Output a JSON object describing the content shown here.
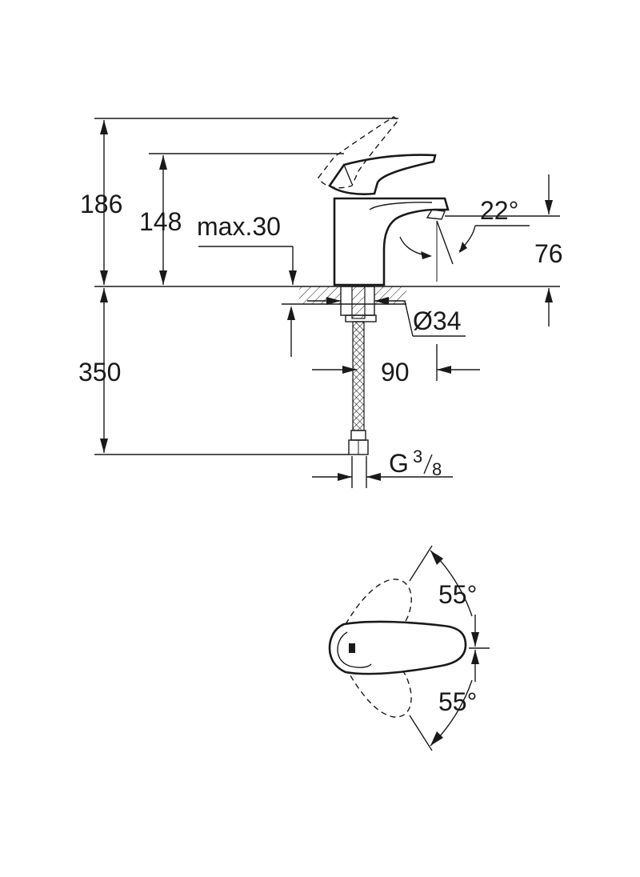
{
  "side_view": {
    "dim_total_height": "186",
    "dim_spout_height": "148",
    "dim_max_thickness": "max.30",
    "dim_spout_angle": "22°",
    "dim_outlet_height": "76",
    "dim_hole_diameter": "Ø34",
    "dim_hose_length": "350",
    "dim_reach": "90",
    "thread_prefix": "G",
    "thread_num": "3",
    "thread_den": "8"
  },
  "top_view": {
    "dim_rotation_upper": "55°",
    "dim_rotation_lower": "55°"
  }
}
